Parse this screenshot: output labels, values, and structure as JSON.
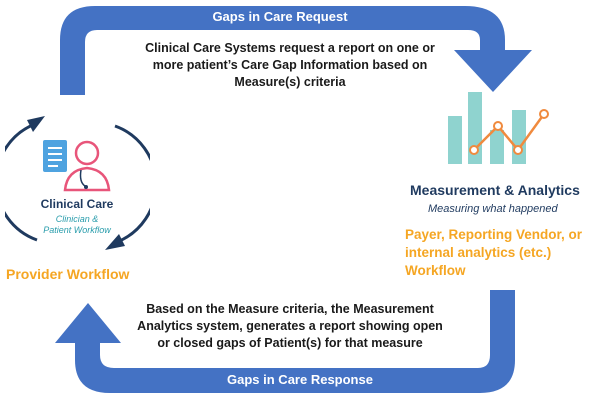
{
  "top_arrow": {
    "label": "Gaps in Care Request"
  },
  "bottom_arrow": {
    "label": "Gaps in Care Response"
  },
  "request_text": {
    "lines": [
      "Clinical Care Systems request a report on one or",
      "more patient’s Care Gap Information based on",
      "Measure(s) criteria"
    ]
  },
  "response_text": {
    "lines": [
      "Based on the Measure criteria, the Measurement",
      "Analytics system, generates a report showing open",
      "or closed gaps of Patient(s) for that measure"
    ]
  },
  "provider": {
    "title": "Clinical Care",
    "subtitle_lines": [
      "Clinician &",
      "Patient Workflow"
    ],
    "workflow_label": "Provider Workflow"
  },
  "analytics": {
    "title": "Measurement & Analytics",
    "subtitle": "Measuring what happened",
    "workflow_lines": [
      "Payer, Reporting Vendor, or",
      "internal analytics (etc.)",
      "Workflow"
    ]
  },
  "colors": {
    "arrow_blue": "#4472c4",
    "orange": "#f5a623",
    "navy": "#1f3a5f",
    "teal": "#2a9dac",
    "light_teal": "#8fd3cf"
  },
  "icons": [
    "clinician-icon",
    "document-icon",
    "cycle-arrows-icon",
    "bar-line-chart-icon"
  ]
}
